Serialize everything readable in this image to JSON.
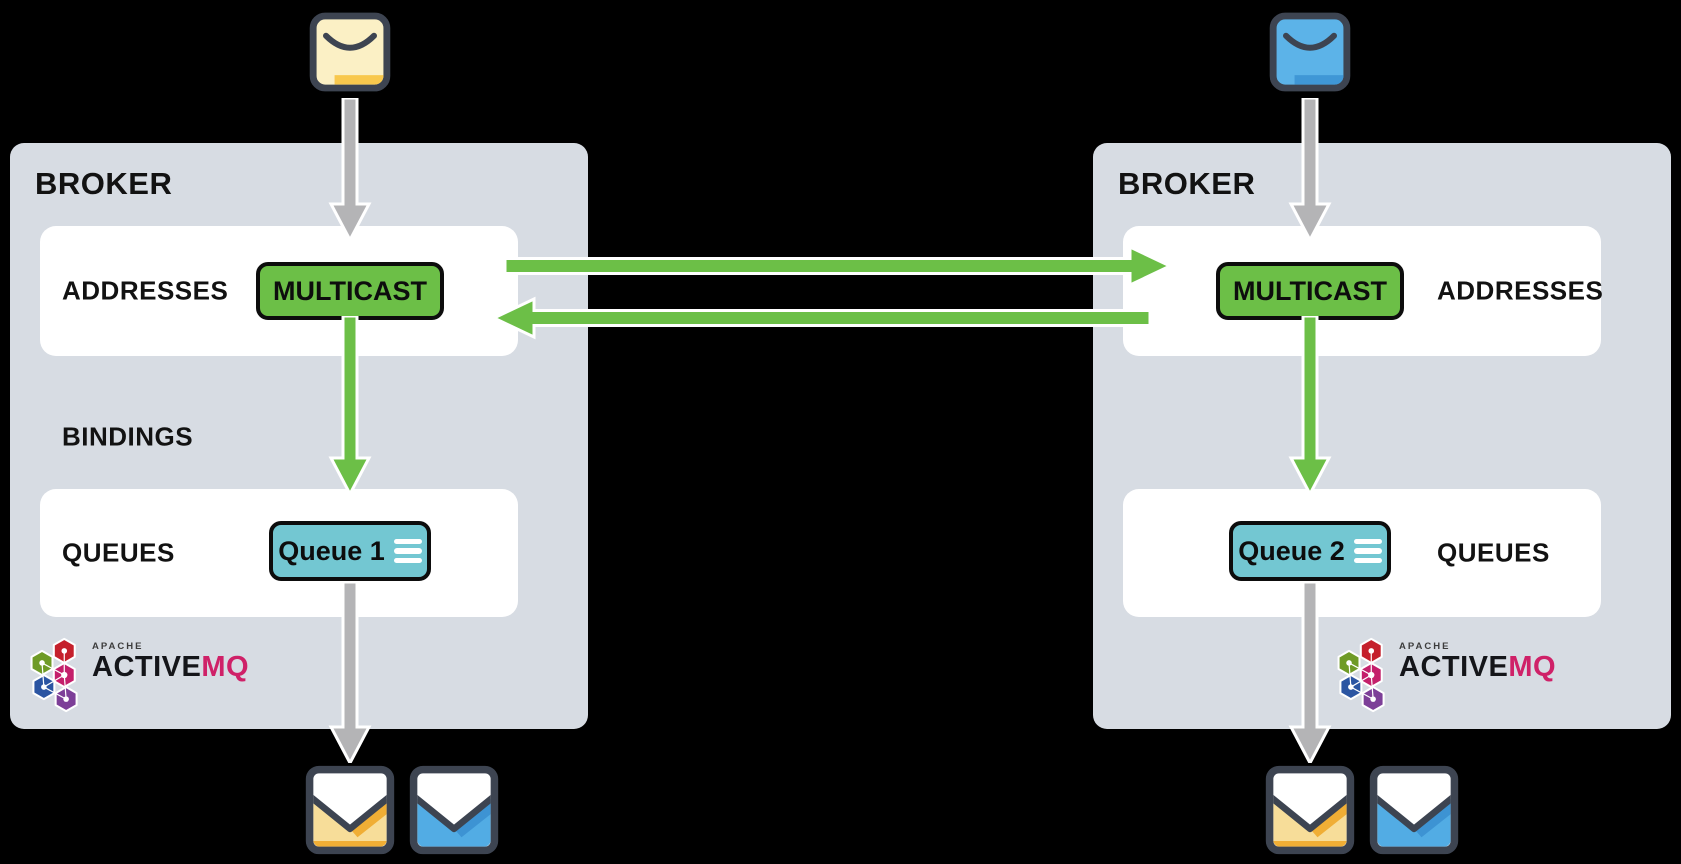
{
  "colors": {
    "green": "#6cbf47",
    "teal": "#73c7d2",
    "broker_bg": "#d7dce3",
    "panel_white": "#ffffff",
    "arrow_gray": "#b4b4b6",
    "env_dark": "#3d4451",
    "env_yellow": "#fbf0c5",
    "env_yellow_accent": "#f8c84d",
    "env_blue": "#5cb3e8",
    "env_blue_accent": "#3f97d6",
    "open_yellow": "#f7dd99",
    "open_yellow_accent": "#f0ae35",
    "open_blue": "#52ace4",
    "open_blue_accent": "#3d93d3",
    "logo_pink": "#cf2168",
    "text_dark": "#141519",
    "hex_red": "#c5202c",
    "hex_olive": "#6f9b26",
    "hex_magenta": "#c41f6b",
    "hex_blue": "#2b55a2",
    "hex_purple": "#7d3f98"
  },
  "broker1": {
    "title": "BROKER",
    "addresses_label": "ADDRESSES",
    "multicast_label": "MULTICAST",
    "bindings_label": "BINDINGS",
    "queues_label": "QUEUES",
    "queue_label": "Queue 1"
  },
  "broker2": {
    "title": "BROKER",
    "addresses_label": "ADDRESSES",
    "multicast_label": "MULTICAST",
    "queues_label": "QUEUES",
    "queue_label": "Queue 2"
  },
  "logo": {
    "apache": "APACHE",
    "active": "ACTIVE",
    "mq": "MQ"
  }
}
